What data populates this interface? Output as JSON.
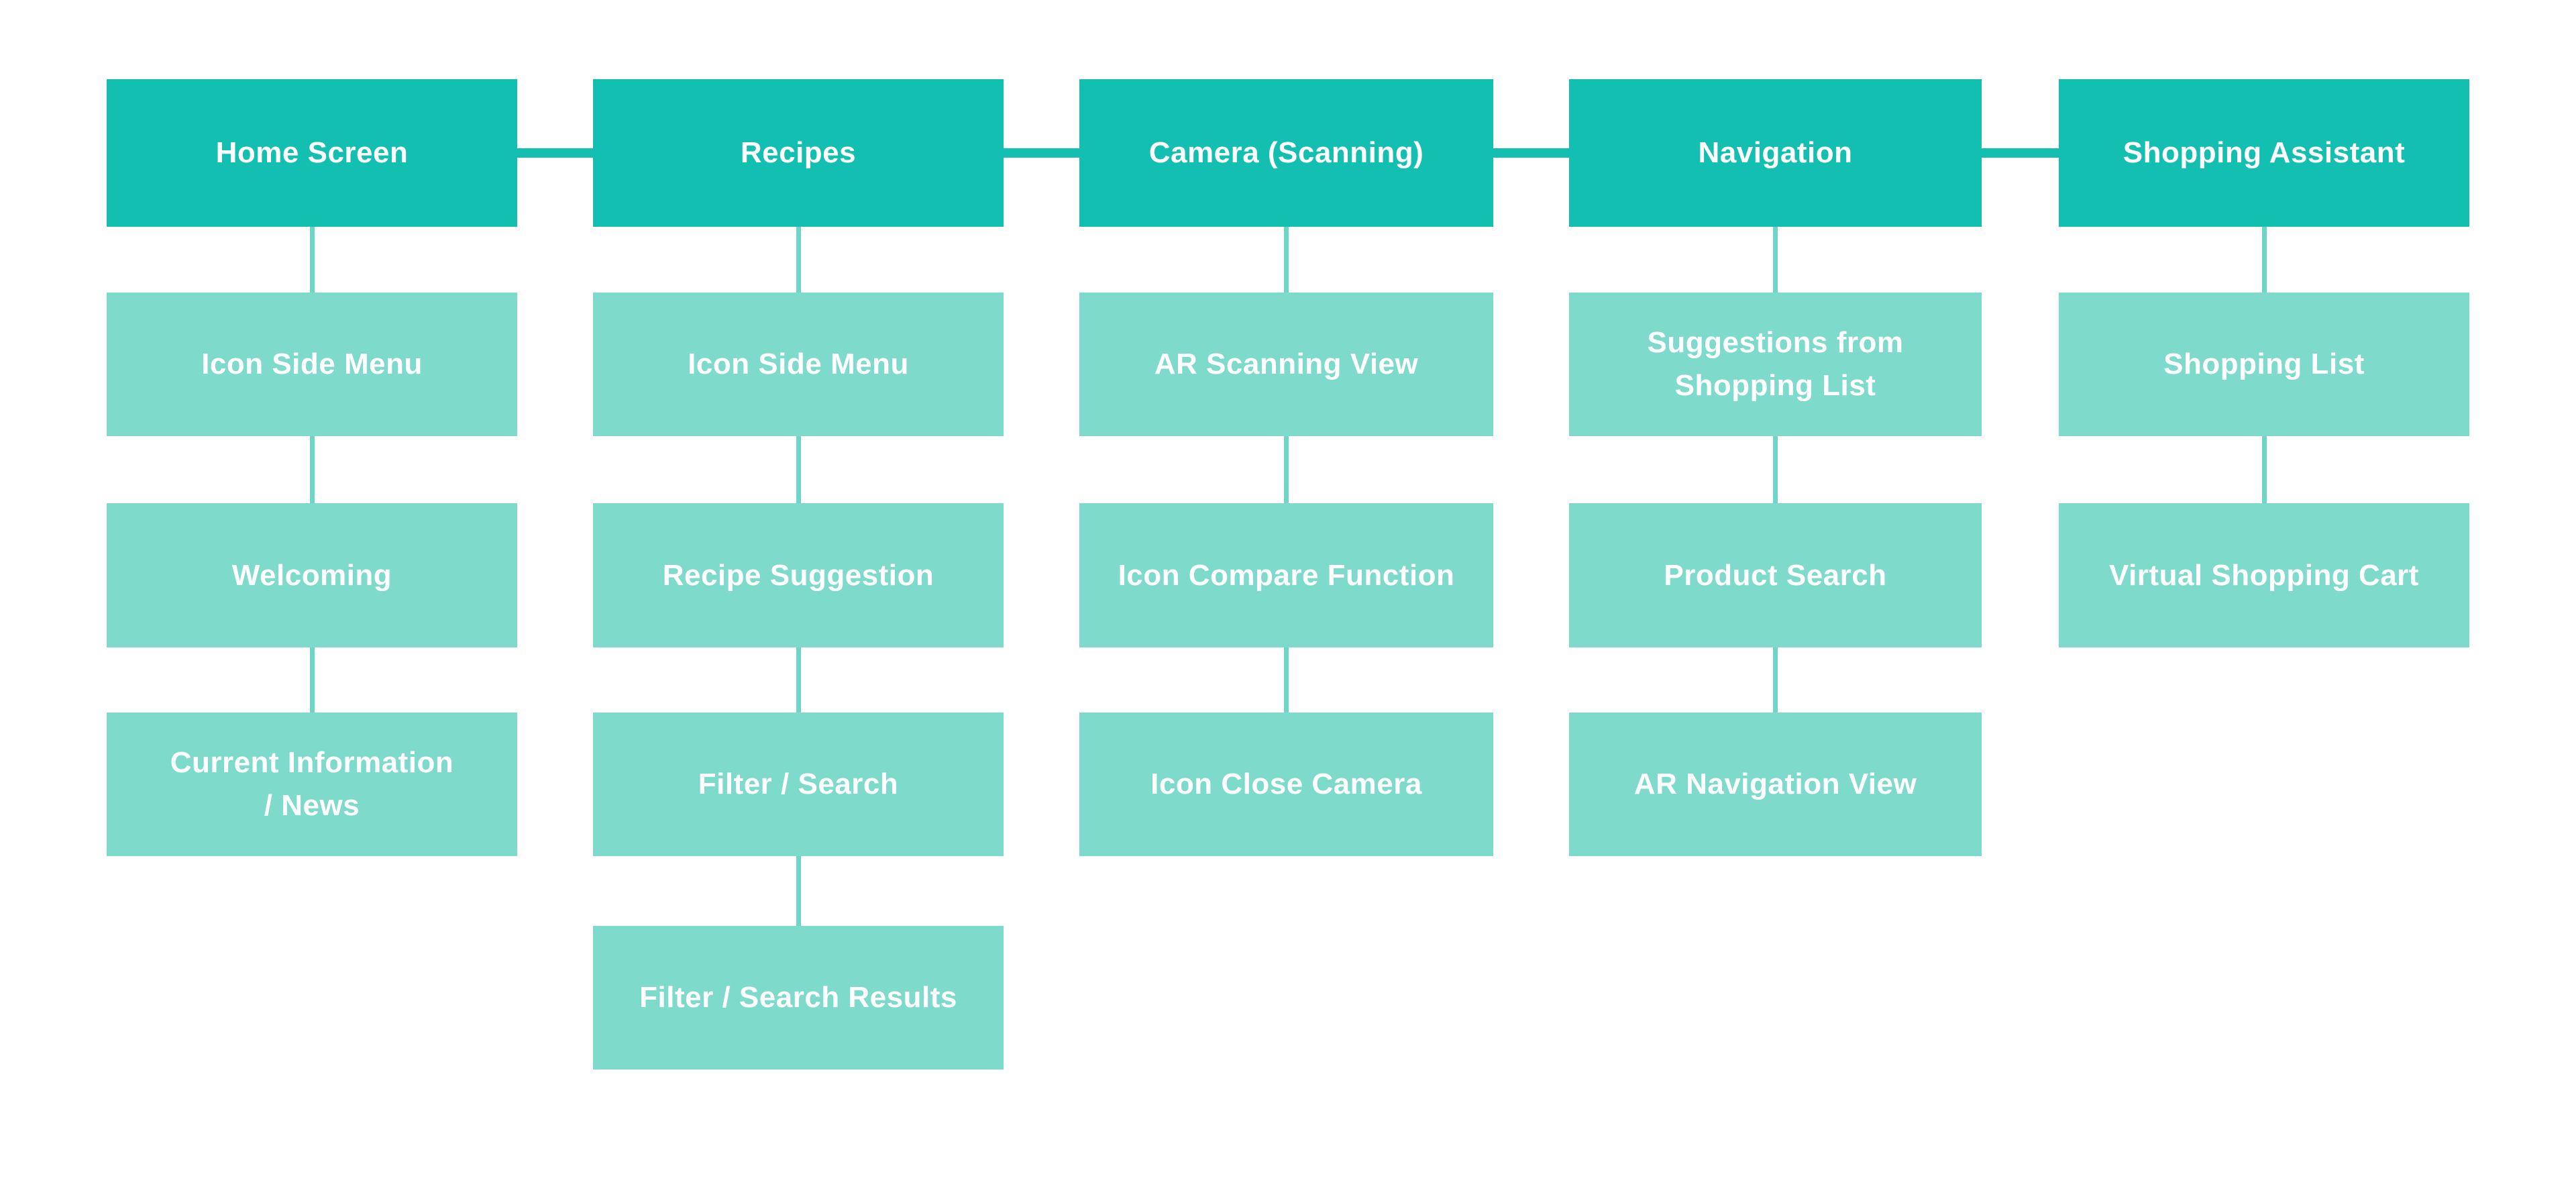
{
  "diagram": {
    "title": "App sitemap flowchart",
    "colors": {
      "background": "#ffffff",
      "header_bg": "#13bfb1",
      "child_bg": "#7edacb",
      "connector_h": "#13bfb1",
      "connector_v": "#6ed6c6",
      "text": "#ffffff"
    },
    "columns": [
      {
        "header": "Home Screen",
        "children": [
          "Icon Side Menu",
          "Welcoming",
          "Current Information\n/ News"
        ]
      },
      {
        "header": "Recipes",
        "children": [
          "Icon Side Menu",
          "Recipe Suggestion",
          "Filter / Search",
          "Filter / Search Results"
        ]
      },
      {
        "header": "Camera (Scanning)",
        "children": [
          "AR Scanning View",
          "Icon Compare Function",
          "Icon Close Camera"
        ]
      },
      {
        "header": "Navigation",
        "children": [
          "Suggestions from\nShopping List",
          "Product Search",
          "AR Navigation View"
        ]
      },
      {
        "header": "Shopping Assistant",
        "children": [
          "Shopping List",
          "Virtual Shopping Cart"
        ]
      }
    ]
  }
}
